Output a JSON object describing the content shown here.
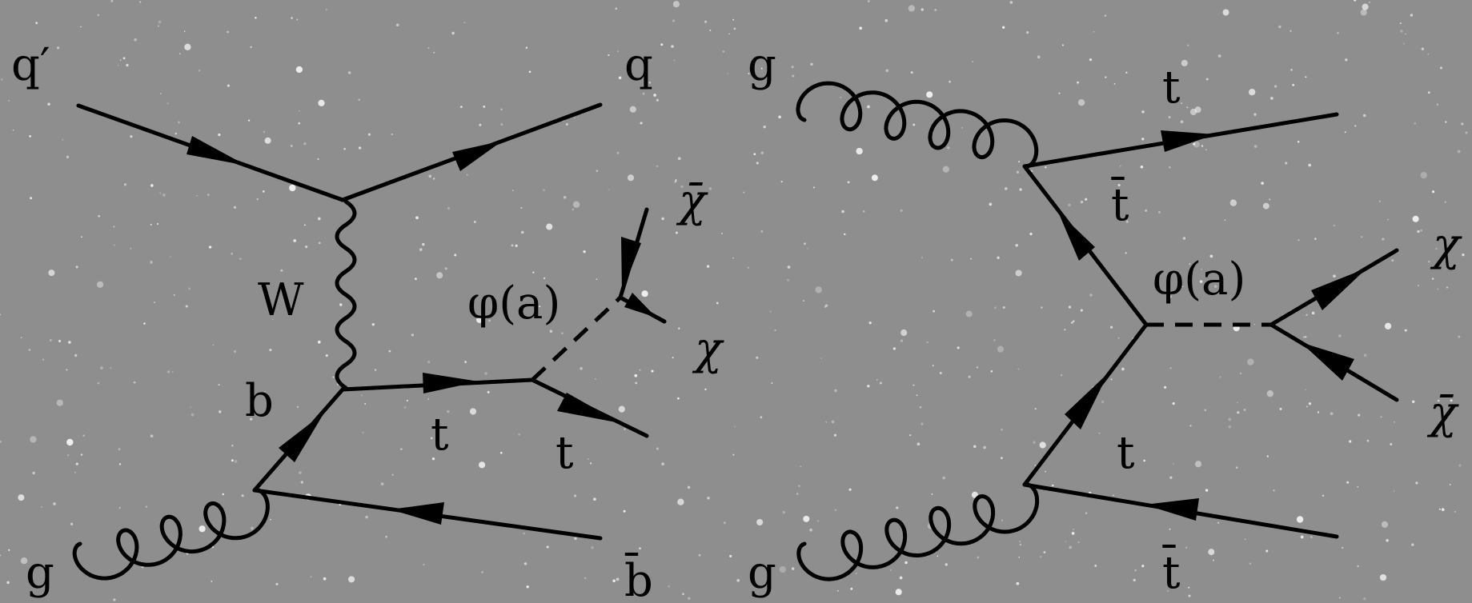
{
  "diagram_left": {
    "labels": {
      "q_prime": "q′",
      "q": "q",
      "g": "g",
      "b_bar": "b̄",
      "w": "W",
      "b": "b",
      "t_internal": "t",
      "t_out": "t",
      "phi": "φ(a)",
      "chi": "χ",
      "chi_bar": "χ̄"
    }
  },
  "diagram_right": {
    "labels": {
      "g_top": "g",
      "g_bottom": "g",
      "t_top": "t",
      "t_bar_top": "t̄",
      "t_internal": "t",
      "t_bar_bottom": "t̄",
      "phi": "φ(a)",
      "chi": "χ",
      "chi_bar": "χ̄"
    }
  },
  "colors": {
    "background": "#8e8e8e",
    "lines": "#000000",
    "stars": "#ffffff"
  }
}
